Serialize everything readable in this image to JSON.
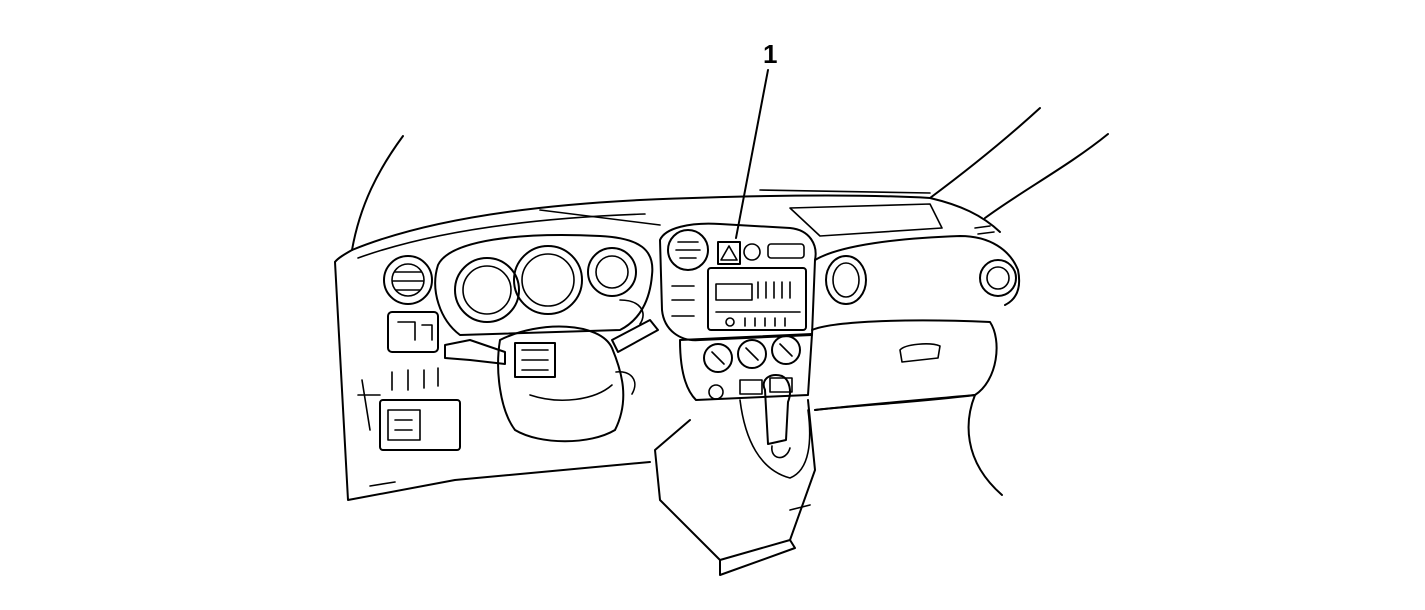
{
  "diagram": {
    "callouts": [
      {
        "id": "1",
        "label": "1",
        "target": "hazard-switch"
      }
    ],
    "line_color": "#000000",
    "background": "#ffffff"
  }
}
